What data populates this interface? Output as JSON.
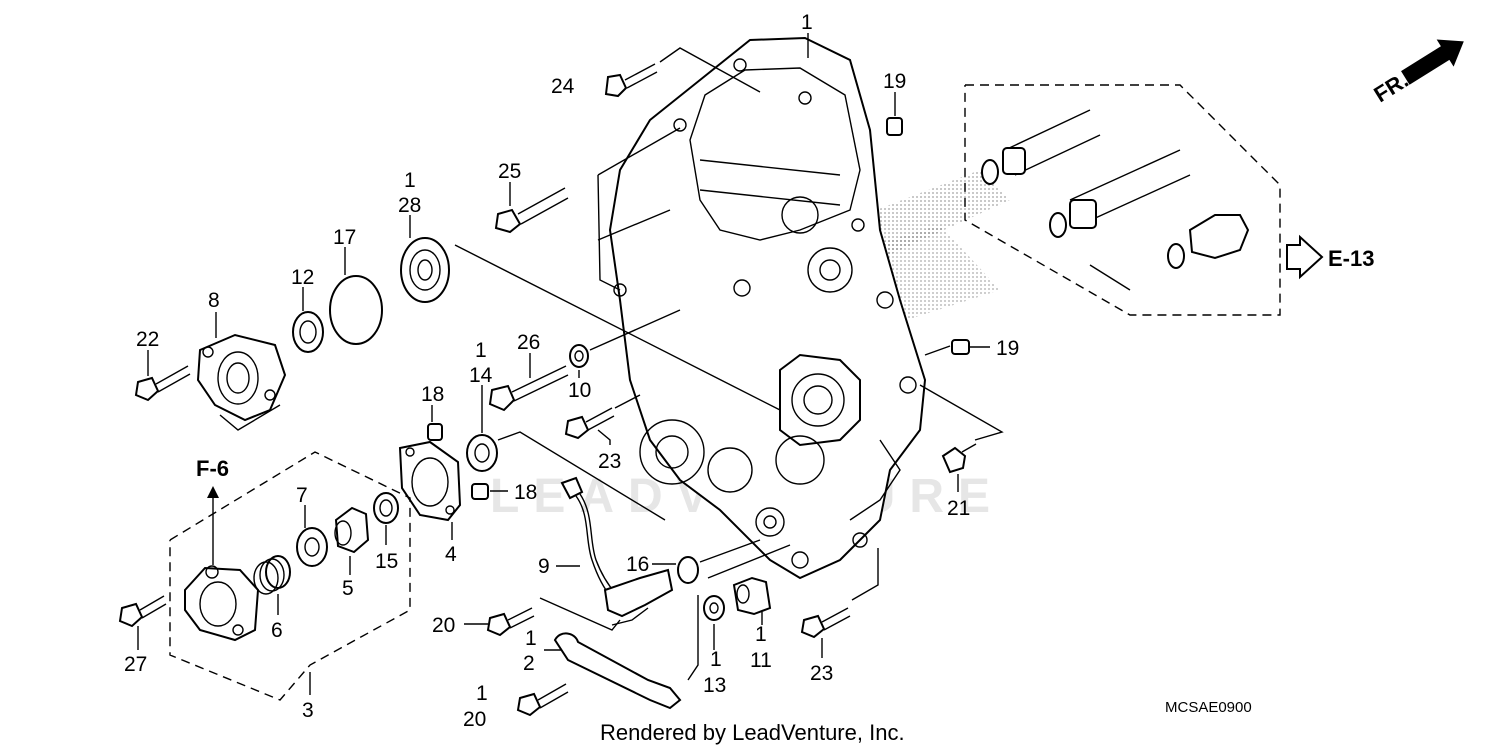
{
  "diagram": {
    "watermark": "LEADVENTURE",
    "code": "MCSAE0900",
    "footer": "Rendered by LeadVenture, Inc.",
    "direction_label": "FR.",
    "refs": {
      "e13": "E-13",
      "f6": "F-6"
    },
    "callouts": {
      "c1_top": "1",
      "c24": "24",
      "c19_top": "19",
      "c25": "25",
      "c1_bearing": "1",
      "c28": "28",
      "c17": "17",
      "c12": "12",
      "c8": "8",
      "c22": "22",
      "c26": "26",
      "c1_14": "1",
      "c14": "14",
      "c10": "10",
      "c18_top": "18",
      "c23_mid": "23",
      "c18_mid": "18",
      "c7": "7",
      "c15": "15",
      "c5": "5",
      "c6": "6",
      "c4": "4",
      "c27": "27",
      "c3": "3",
      "c9": "9",
      "c16": "16",
      "c20_mid": "20",
      "c1_2": "1",
      "c2": "2",
      "c1_20": "1",
      "c20_bot": "20",
      "c1_13": "1",
      "c13": "13",
      "c1_11": "1",
      "c11": "11",
      "c23_bot": "23",
      "c21": "21",
      "c19_right": "19"
    }
  }
}
